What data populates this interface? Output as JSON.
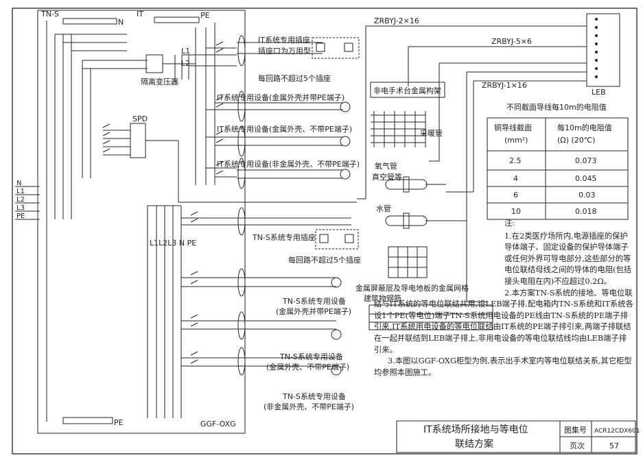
{
  "labels": {
    "tn_s_panel": "TN-S",
    "it_panel": "IT",
    "pe_top": "PE",
    "n_bar": "N",
    "pe_bottom": "PE",
    "cabinet": "GGF-OXG",
    "isolation_transformer": "隔离变压器",
    "l1": "L1",
    "l2": "L2",
    "spd": "SPD",
    "bus_labels": "L1L2L3 N PE",
    "inc_n": "N",
    "inc_l1": "L1",
    "inc_l2": "L2",
    "inc_l3": "L3",
    "inc_pe": "PE",
    "leb": "LEB",
    "cable_main": "ZRBYJ-2×16",
    "cable_5x6": "ZRBYJ-5×6",
    "cable_1x16": "ZRBYJ-1×16"
  },
  "it_circuits": {
    "socket_title_1": "IT系统专用插座",
    "socket_title_2": "插座口为万用型",
    "socket_limit": "每回路不超过5个插座",
    "equip_1": "IT系统专用设备(金属外壳并带PE端子)",
    "equip_2": "IT系统专用设备(金属外壳、不带PE端子)",
    "equip_3": "IT系统专用设备(非金属外壳、不带PE端子)"
  },
  "tn_circuits": {
    "socket_title": "TN-S系统专用插座",
    "socket_limit": "每回路不超过5个插座",
    "equip_1a": "TN-S系统专用设备",
    "equip_1b": "(金属外壳并带PE端子)",
    "equip_2a": "TN-S系统专用设备",
    "equip_2b": "(金属外壳、不带PE端子)",
    "equip_3a": "TN-S系统专用设备",
    "equip_3b": "(非金属外壳、不带PE端子)"
  },
  "extraneous": {
    "frame": "非电手术台金属构架",
    "heating": "采暖管",
    "oxygen_1": "氧气管",
    "oxygen_2": "真空管等",
    "water": "水管",
    "shield": "金属屏蔽层及导电地板的金属网格",
    "rebar": "建筑物钢筋"
  },
  "resistance_table": {
    "caption": "不同截面导线每10m的电阻值",
    "header_1a": "铜导线截面",
    "header_1b": "(mm²)",
    "header_2a": "每10m的电阻值",
    "header_2b": "(Ω) (20℃)",
    "rows": [
      {
        "section": "2.5",
        "resistance": "0.073"
      },
      {
        "section": "4",
        "resistance": "0.045"
      },
      {
        "section": "6",
        "resistance": "0.03"
      },
      {
        "section": "10",
        "resistance": "0.018"
      }
    ]
  },
  "notes": {
    "head": "注:",
    "n1": "1.在2类医疗场所内,电源插座的保护导体端子、固定设备的保护导体端子或任何外界可导电部分,这些部分的等电位联结母线之间的导体的电阻(包括接头电阻在内)不应超过0.2Ω。",
    "n2": "2.本方案TN-S系统的接地、等电位联结与IT系统的等电位联结共用,设LEB端子排,配电箱内TN-S系统和IT系统各设1个PE(等电位)端子TN-S系统用电设备的PE线由TN-S系统的PE端子排引来,IT系统用电设备的等电位联结由IT系统的PE端子排引来,两端子排联结在一起并联结到LEB端子排上,非用电设备的等电位联结线均由LEB端子排引来。",
    "n3": "3.本图以GGF-OXG柜型为例,表示出手术室内等电位联结关系,其它柜型均参照本图施工。"
  },
  "title_block": {
    "title_1": "IT系统场所接地与等电位",
    "title_2": "联结方案",
    "atlas_label": "图集号",
    "atlas_value": "ACR12CDX601",
    "page_label": "页次",
    "page_value": "57"
  }
}
